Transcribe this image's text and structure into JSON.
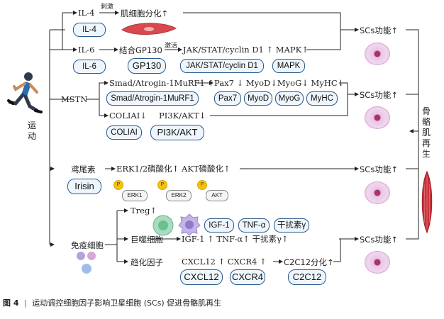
{
  "labels": {
    "il4": "IL-4",
    "stimulate": "刺激",
    "myo_diff": "肌细胞分化↑",
    "il6": "IL-6",
    "bind_gp130": "结合GP130",
    "activate": "激活",
    "jak_path": "JAK/STAT/cyclin D1 ↑ MAPK↑",
    "mstn": "MSTN",
    "smad_path": "Smad/Atrogin-1MuRF1 ↑",
    "pax_path": "Pax7 ↓ MyoD↓MyoG↓ MyHC↓",
    "colia_path": "COLIAI↓",
    "pi3k_path": "PI3K/AKT↓",
    "exercise": "运动",
    "irisin_cn": "鸢尾素",
    "erk_path": "ERK1/2磷酸化↑ AKT磷酸化↑",
    "immune": "免疫细胞",
    "treg": "Treg↑",
    "macrophage": "巨噬细胞",
    "igf_path": "IGF-1 ↑ TNF-α↑  干扰素γ↑",
    "chemokine": "趋化因子",
    "cxcl_path": "CXCL12 ↑ CXCR4 ↑",
    "c2c12_diff": "C2C12分化↑",
    "scs1": "SCs功能↑",
    "scs2": "SCs功能↑",
    "scs3": "SCs功能↑",
    "scs4": "SCs功能↑",
    "regen": "骨骼肌再生"
  },
  "pills": {
    "il4": "IL-4",
    "il6": "IL-6",
    "gp130": "GP130",
    "jak": "JAK/STAT/cyclin D1",
    "mapk": "MAPK",
    "smad": "Smad/Atrogin-1MuRF1",
    "pax7": "Pax7",
    "myod": "MyoD",
    "myog": "MyoG",
    "myhc": "MyHC",
    "coliai": "COLIAI",
    "pi3k": "PI3K/AKT",
    "irisin": "Irisin",
    "igf1": "IGF-1",
    "tnfa": "TNF-α",
    "ifn": "干扰素γ",
    "cxcl12": "CXCL12",
    "cxcr4": "CXCR4",
    "c2c12": "C2C12"
  },
  "kinases": {
    "p": "P",
    "erk1": "ERK1",
    "erk2": "ERK2",
    "akt": "AKT"
  },
  "caption": {
    "fig": "图 4",
    "sep": "|",
    "text": "运动调控细胞因子影响卫星细胞 (SCs) 促进骨骼肌再生"
  },
  "colors": {
    "pill_border": "#2a5a8a",
    "pill_fill": "#eef5fc",
    "muscle": "#c8323c",
    "phospho": "#f4c20d"
  }
}
